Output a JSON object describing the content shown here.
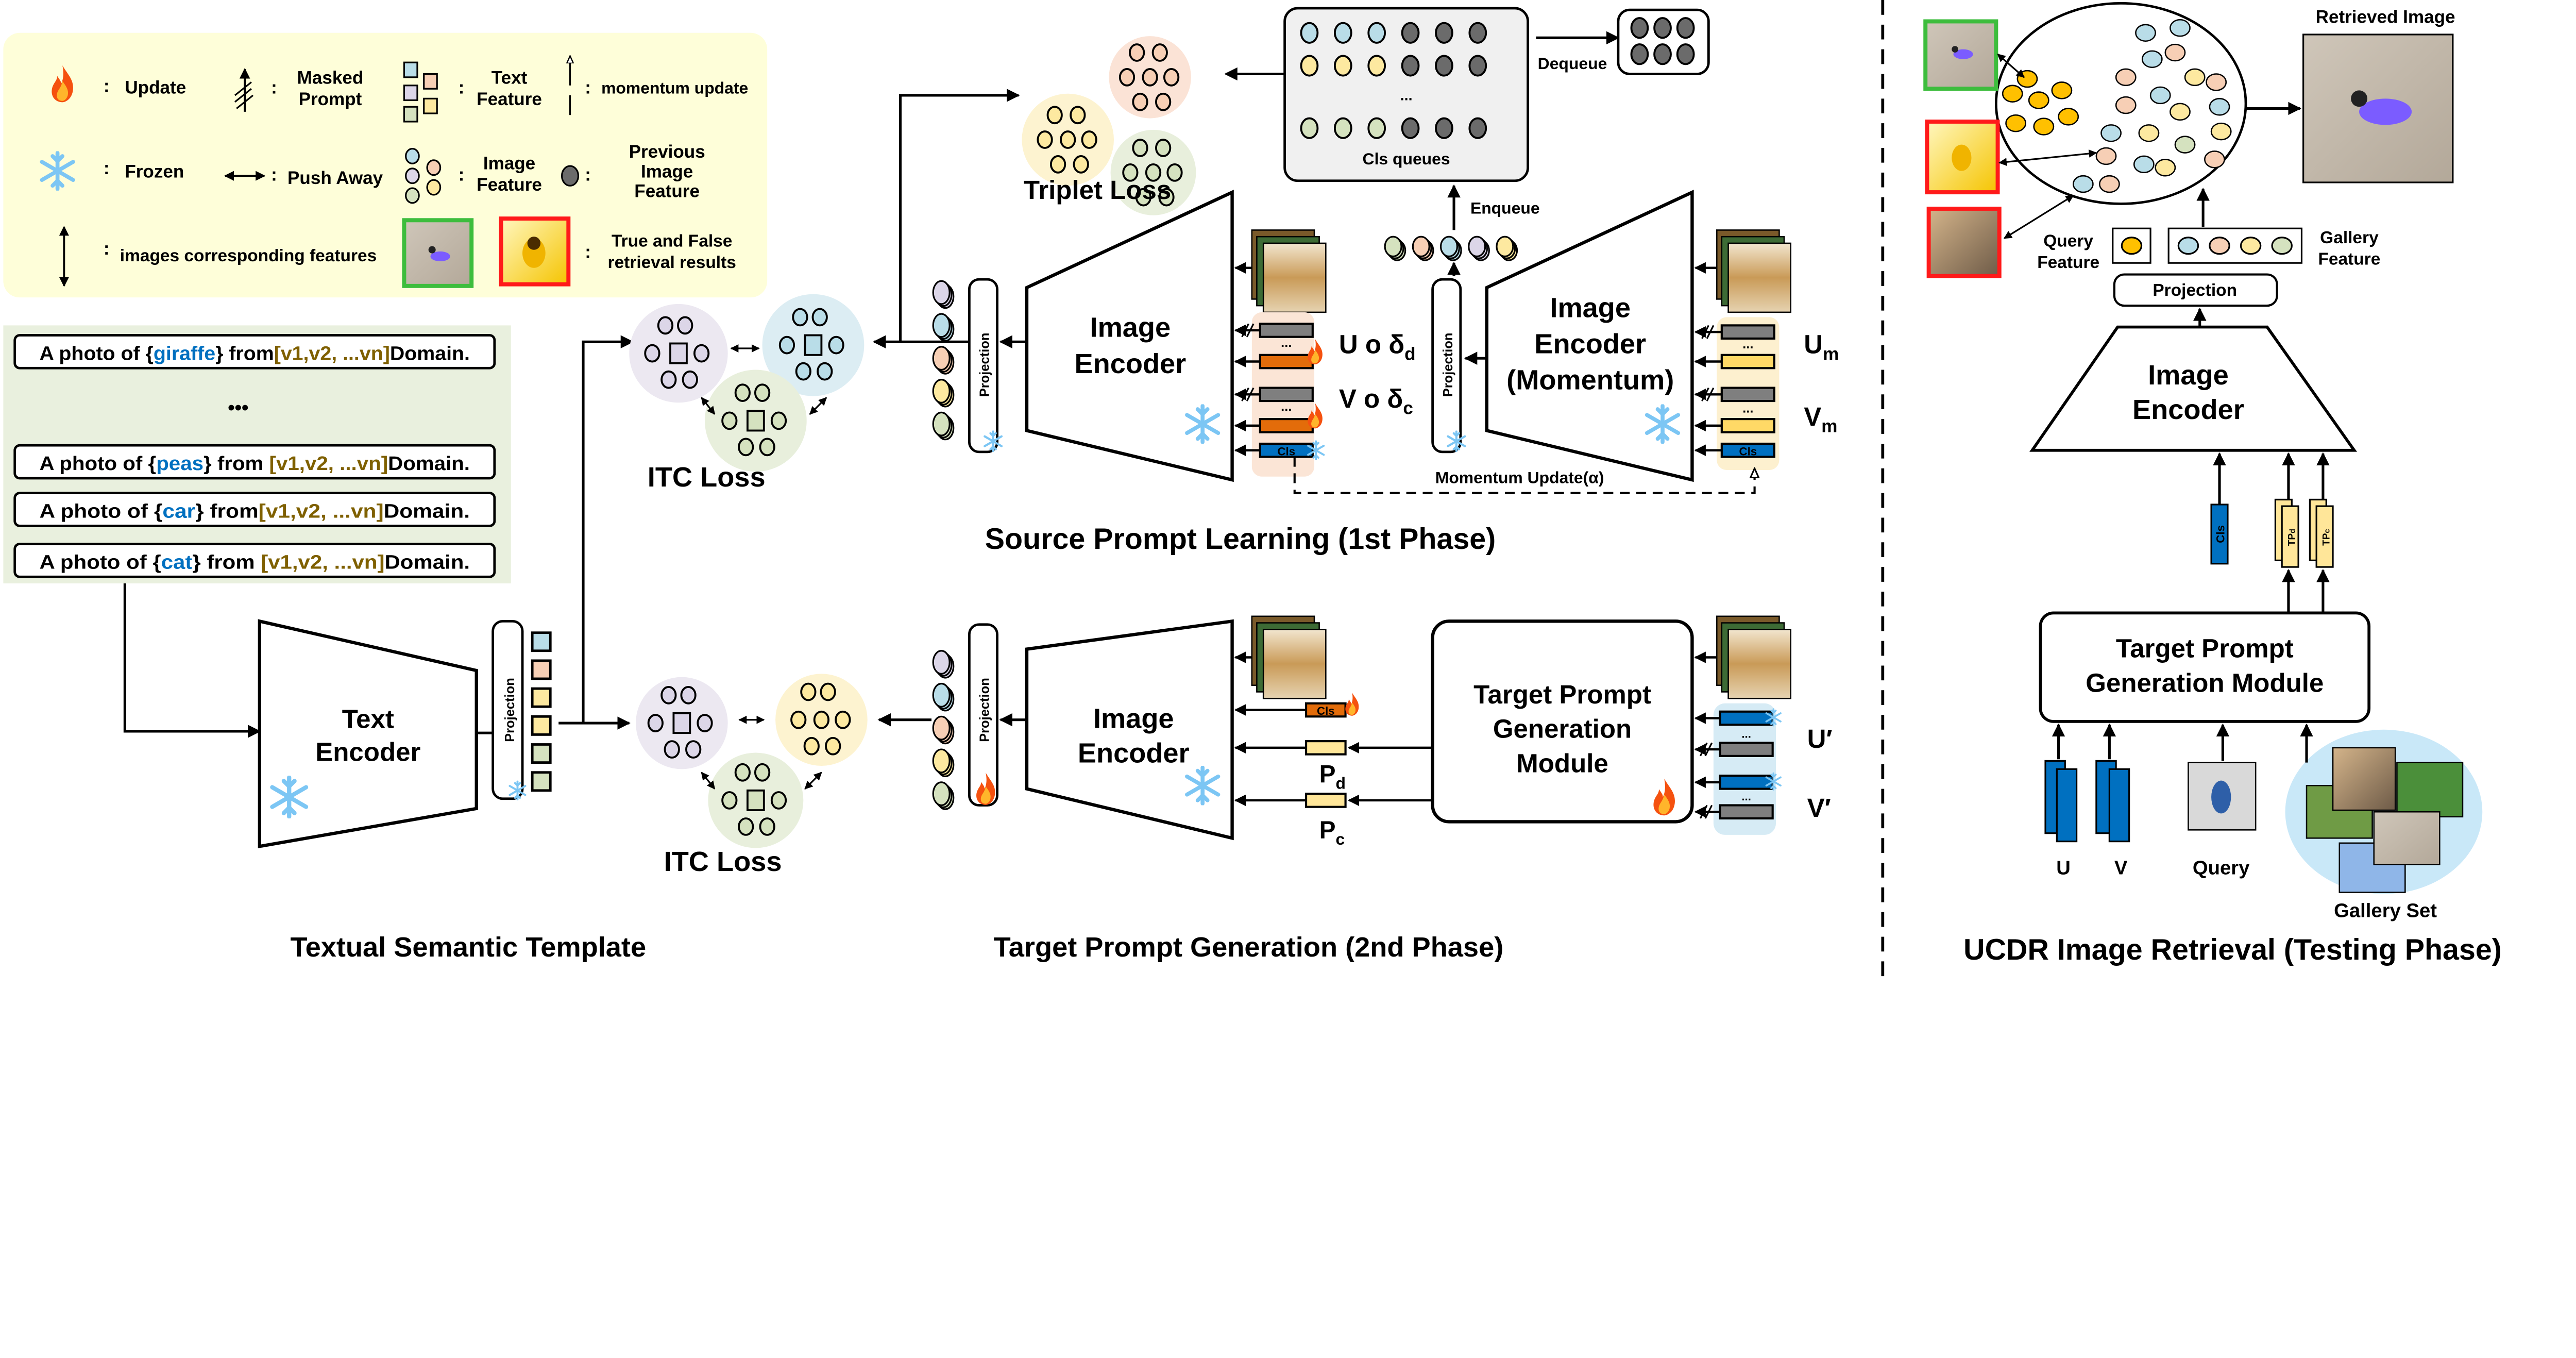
{
  "legend": {
    "update": "Update",
    "masked_prompt": [
      "Masked",
      "Prompt"
    ],
    "text_feature": [
      "Text",
      "Feature"
    ],
    "momentum_update": "momentum update",
    "frozen": "Frozen",
    "push_away": "Push Away",
    "image_feature": [
      "Image",
      "Feature"
    ],
    "previous_image_feature": [
      "Previous",
      "Image",
      "Feature"
    ],
    "images_corresponding": "images  corresponding features",
    "true_false": [
      "True and False",
      "retrieval results"
    ],
    "colon": ":"
  },
  "template": {
    "rows": [
      {
        "prefix": "A photo of {",
        "cls": "giraffe",
        "mid": "} from",
        "domains": "[v1,v2,  ...vn]",
        "suffix": "Domain."
      },
      {
        "prefix": "A photo of {",
        "cls": "peas",
        "mid": "} from ",
        "domains": "[v1,v2,  ...vn]",
        "suffix": "Domain."
      },
      {
        "prefix": "A photo of {",
        "cls": "car",
        "mid": "} from",
        "domains": "[v1,v2,  ...vn]",
        "suffix": "Domain."
      },
      {
        "prefix": "A photo of {",
        "cls": "cat",
        "mid": "} from ",
        "domains": "[v1,v2,  ...vn]",
        "suffix": "Domain."
      }
    ],
    "ellipsis": "•••",
    "title": "Textual Semantic Template"
  },
  "text_encoder": {
    "label": [
      "Text",
      "Encoder"
    ],
    "projection": "Projection"
  },
  "phase1": {
    "itc_loss": "ITC Loss",
    "triplet_loss": "Triplet Loss",
    "queue_label": "Cls queues",
    "queue_ellipsis": "...",
    "dequeue": "Dequeue",
    "enqueue": "Enqueue",
    "encoder": [
      "Image",
      "Encoder"
    ],
    "momentum_encoder": [
      "Image",
      "Encoder",
      "(Momentum)"
    ],
    "projection": "Projection",
    "u_label": "U ο δ",
    "u_sub": "d",
    "v_label": "V ο δ",
    "v_sub": "c",
    "um_label": "U",
    "um_sub": "m",
    "vm_label": "V",
    "vm_sub": "m",
    "cls": "Cls",
    "dots": "...",
    "momentum_update": "Momentum Update(α)",
    "title": "Source Prompt Learning (1st Phase)"
  },
  "phase2": {
    "itc_loss": "ITC Loss",
    "projection": "Projection",
    "encoder": [
      "Image",
      "Encoder"
    ],
    "cls": "Cls",
    "pd": "P",
    "pd_sub": "d",
    "pc": "P",
    "pc_sub": "c",
    "module": [
      "Target Prompt",
      "Generation",
      "Module"
    ],
    "u_prime": "U′",
    "v_prime": "V′",
    "dots": "...",
    "title": "Target Prompt Generation (2nd Phase)"
  },
  "testing": {
    "retrieved_image": "Retrieved Image",
    "query_feature": [
      "Query",
      "Feature"
    ],
    "gallery_feature": [
      "Gallery",
      "Feature"
    ],
    "projection": "Projection",
    "encoder": [
      "Image",
      "Encoder"
    ],
    "cls": "Cls",
    "tpd": "TP",
    "tpd_sub": "d",
    "tpc": "TP",
    "tpc_sub": "c",
    "module": [
      "Target Prompt",
      "Generation Module"
    ],
    "u": "U",
    "v": "V",
    "query": "Query",
    "gallery_set": "Gallery Set",
    "title": "UCDR Image Retrieval (Testing Phase)"
  },
  "colors": {
    "legend_bg": "#fefed9",
    "template_bg": "#e9f0de",
    "class_word": "#0070c0",
    "domain_word": "#7f6000",
    "feat_blue": "#b9dde8",
    "feat_peach": "#f7cfb5",
    "feat_yellow": "#fde9a0",
    "feat_green": "#d5e2bf",
    "feat_purple": "#dcd6e8",
    "prev_gray": "#6b6b6b",
    "update_orange": "#e36c0a",
    "cls_blue": "#0070c0",
    "query_gold": "#ffc000",
    "true_green": "#3dbd3d",
    "false_red": "#ff1a1a"
  }
}
